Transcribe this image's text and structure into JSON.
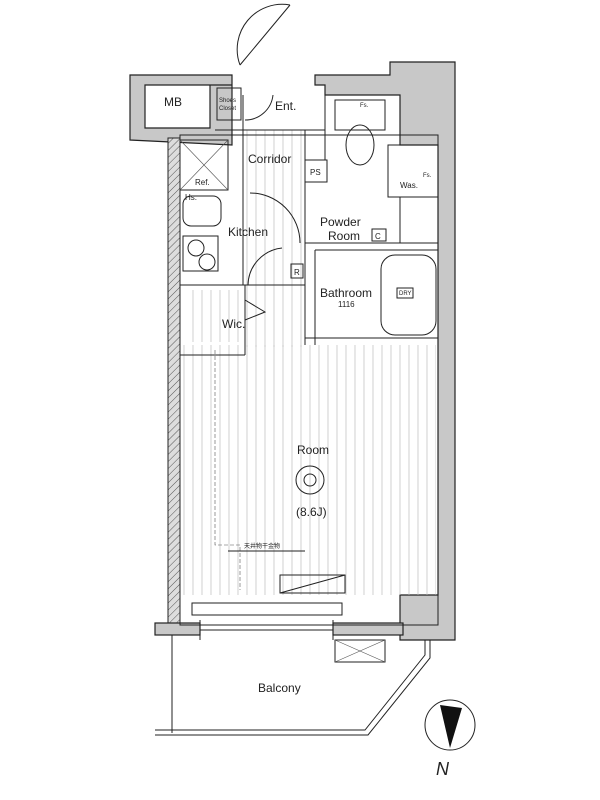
{
  "floorplan": {
    "rooms": {
      "mb": "MB",
      "shoes_closet_1": "Shoes",
      "shoes_closet_2": "Closet",
      "entrance": "Ent.",
      "corridor": "Corridor",
      "ps": "PS",
      "kitchen": "Kitchen",
      "refrigerator": "Ref.",
      "hs": "Hs.",
      "powder_room_1": "Powder",
      "powder_room_2": "Room",
      "c": "C",
      "r": "R",
      "washer": "Was.",
      "fs_top": "Fs.",
      "fs_right": "Fs.",
      "bathroom": "Bathroom",
      "bathroom_size": "1116",
      "dry": "DRY",
      "wic": "Wic.",
      "room": "Room",
      "room_size": "(8.6J)",
      "ceiling_drying_hardware": "天井物干金物",
      "balcony": "Balcony"
    },
    "compass": "N",
    "wall_color": "#c8c8c8"
  }
}
